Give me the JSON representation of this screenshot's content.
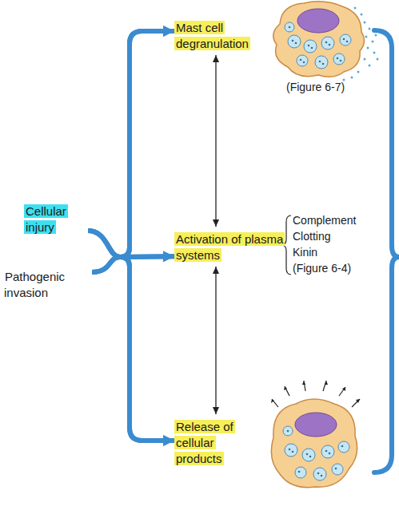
{
  "diagram": {
    "nodes": [
      {
        "text": [
          "Cellular injury"
        ]
      },
      {
        "text": [
          "Pathogenic invasion"
        ]
      },
      {
        "text": [
          "Mast cell degranulation"
        ]
      },
      {
        "text": [
          "Activation of plasma systems"
        ]
      },
      {
        "text": [
          "Release of cellular products"
        ]
      }
    ],
    "edges": [
      {
        "from": 0,
        "to": 2,
        "arrow": "to"
      },
      {
        "from": 0,
        "to": 3,
        "arrow": "to"
      },
      {
        "from": 0,
        "to": 4,
        "arrow": "to"
      },
      {
        "from": 1,
        "to": 2,
        "arrow": "to"
      },
      {
        "from": 1,
        "to": 3,
        "arrow": "to"
      },
      {
        "from": 1,
        "to": 4,
        "arrow": "to"
      },
      {
        "from": 2,
        "to": 3,
        "arrow": "both"
      },
      {
        "from": 3,
        "to": 4,
        "arrow": "both"
      }
    ],
    "labels": [
      "(Figure 6-7)",
      "Complement",
      "Clotting",
      "Kinin",
      "(Figure 6-4)"
    ]
  }
}
